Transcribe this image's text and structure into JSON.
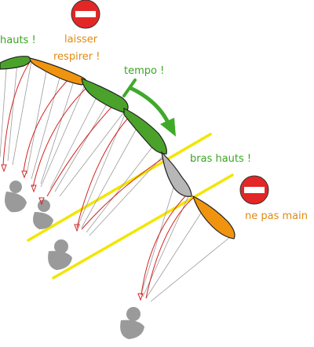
{
  "labels": {
    "bras_hauts_top": "hauts !",
    "laisser_1": "laisser",
    "laisser_2": "respirer !",
    "tempo": "tempo !",
    "bras_hauts": "bras hauts !",
    "ne_pas_main": "ne pas main"
  },
  "colors": {
    "green_wing": "#4aa22a",
    "orange_wing": "#f0940f",
    "gray_wing": "#b7b7b7",
    "pilot": "#9a9a9a",
    "red_line": "#d42424",
    "yellow_line": "#f2e600",
    "arrow_green": "#3faa2a",
    "stop_sign": "#e32626",
    "text_green": "#3aa521",
    "text_orange": "#e08a10"
  },
  "icons": [
    "stop-sign-icon",
    "stop-sign-icon",
    "curved-arrow-icon"
  ]
}
